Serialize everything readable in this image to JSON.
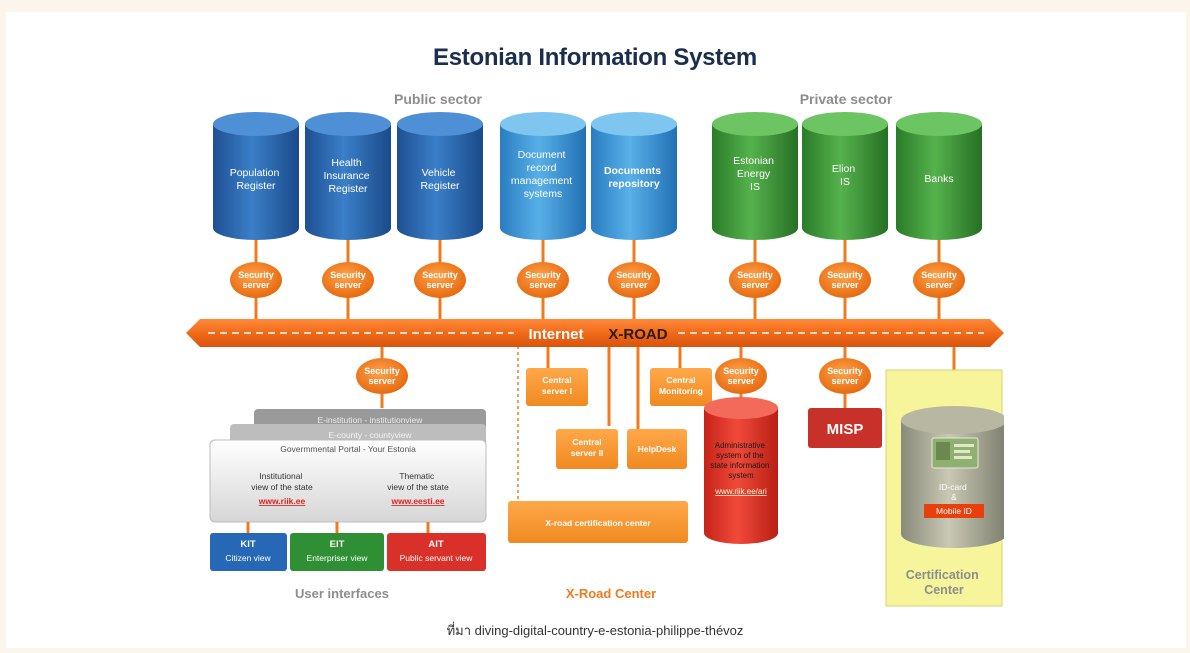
{
  "title": "Estonian Information System",
  "caption": "ที่มา diving-digital-country-e-estonia-philippe-thévoz",
  "colors": {
    "blue": "#2f6fb8",
    "light_blue": "#3f9ad8",
    "green": "#3e9a3a",
    "orange": "#f07a1e",
    "red": "#e0322a",
    "yellow": "#f8f5a0",
    "title": "#1b2e4d"
  },
  "sections": {
    "public": "Public sector",
    "private": "Private sector",
    "user_interfaces": "User interfaces",
    "xroad_center": "X-Road Center",
    "certification_center": [
      "Certification",
      "Center"
    ]
  },
  "registers": [
    {
      "lines": [
        "Population",
        "Register"
      ],
      "color": "blue"
    },
    {
      "lines": [
        "Health",
        "Insurance",
        "Register"
      ],
      "color": "blue"
    },
    {
      "lines": [
        "Vehicle",
        "Register"
      ],
      "color": "blue"
    },
    {
      "lines": [
        "Document",
        "record",
        "management",
        "systems"
      ],
      "color": "light_blue"
    },
    {
      "lines": [
        "Documents",
        "repository"
      ],
      "color": "light_blue"
    },
    {
      "lines": [
        "Estonian",
        "Energy",
        "IS"
      ],
      "color": "green"
    },
    {
      "lines": [
        "Elion",
        "IS"
      ],
      "color": "green"
    },
    {
      "lines": [
        "Banks"
      ],
      "color": "green"
    }
  ],
  "security_server": [
    "Security",
    "server"
  ],
  "bus": {
    "internet": "Internet",
    "xroad": "X-ROAD"
  },
  "portal": {
    "tab1": "E-institution - institutionview",
    "tab2": "E-county - countyview",
    "header": "Govermmental Portal - Your Estonia",
    "left": [
      "Institutional",
      "view of the state"
    ],
    "left_link": "www.riik.ee",
    "right": [
      "Thematic",
      "view of the state"
    ],
    "right_link": "www.eesti.ee"
  },
  "interfaces": [
    {
      "code": "KIT",
      "name": "Citizen view",
      "color": "blue"
    },
    {
      "code": "EIT",
      "name": "Enterpriser view",
      "color": "green"
    },
    {
      "code": "AIT",
      "name": "Public servant view",
      "color": "red"
    }
  ],
  "center": {
    "central1": [
      "Central",
      "server I"
    ],
    "central2": [
      "Central",
      "server II"
    ],
    "helpdesk": "HelpDesk",
    "monitoring": [
      "Central",
      "Monitoring"
    ],
    "cert_center": "X-road certification center"
  },
  "admin": {
    "lines": [
      "Administrative",
      "system of the",
      "state information",
      "system"
    ],
    "link": "www.riik.ee/ari"
  },
  "misp": "MISP",
  "idcard": {
    "label": [
      "ID-card",
      "&"
    ],
    "mobile": "Mobile ID"
  }
}
